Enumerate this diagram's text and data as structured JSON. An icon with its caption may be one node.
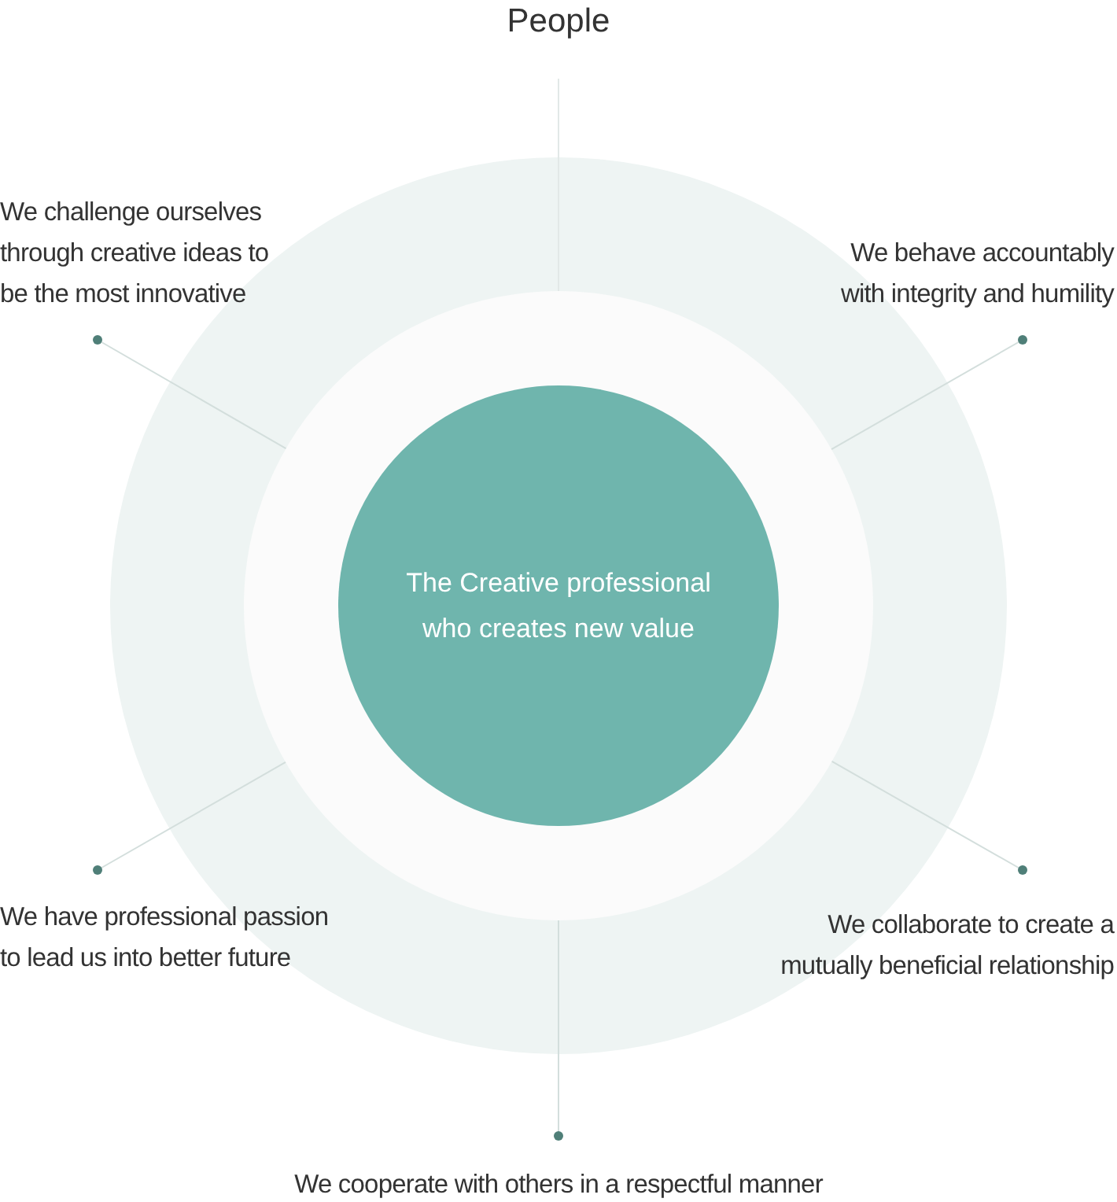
{
  "diagram": {
    "title": "People",
    "nodes": [
      {
        "text": [],
        "shape": "circle"
      },
      {
        "text": [],
        "shape": "circle",
        "in": 0
      },
      {
        "text": [
          "The Creative professional who creates new value"
        ],
        "in": 1
      },
      {
        "text": [
          "We challenge ourselves through creative ideas to be the most innovative"
        ]
      },
      {
        "text": [
          "We behave accountably with integrity and humility"
        ]
      },
      {
        "text": [
          "We have professional passion to lead us into better future"
        ]
      },
      {
        "text": [
          "We collaborate to create a mutually beneficial relationship"
        ]
      },
      {
        "text": [
          "We cooperate with others in a respectful manner"
        ]
      }
    ],
    "edges": [
      {
        "from": 3,
        "to": 1,
        "arrow": "other"
      },
      {
        "from": 4,
        "to": 1,
        "arrow": "other"
      },
      {
        "from": 5,
        "to": 1,
        "arrow": "other"
      },
      {
        "from": 6,
        "to": 1,
        "arrow": "other"
      },
      {
        "from": 7,
        "to": 1,
        "arrow": "other"
      }
    ]
  }
}
